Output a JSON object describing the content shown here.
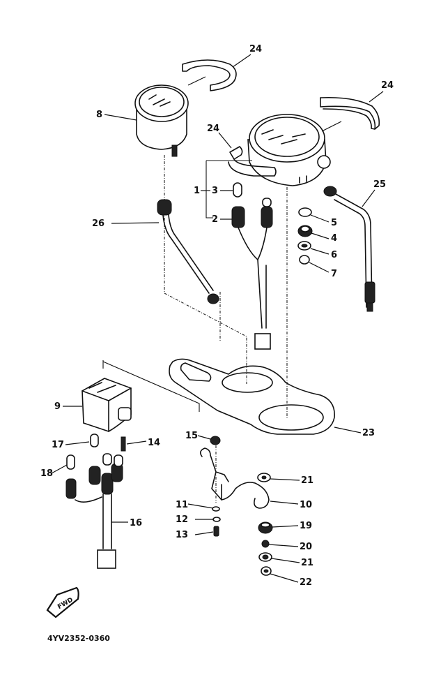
{
  "diagram": {
    "title": "Meter assembly exploded view",
    "reference_code": "4YV2352-0360",
    "front_arrow_label": "FWD",
    "callouts": {
      "c1": "1",
      "c2": "2",
      "c3": "3",
      "c4": "4",
      "c5": "5",
      "c6": "6",
      "c7": "7",
      "c8": "8",
      "c9": "9",
      "c10": "10",
      "c11": "11",
      "c12": "12",
      "c13": "13",
      "c14": "14",
      "c15": "15",
      "c16": "16",
      "c17": "17",
      "c18": "18",
      "c19": "19",
      "c20": "20",
      "c21a": "21",
      "c21b": "21",
      "c22": "22",
      "c23": "23",
      "c24a": "24",
      "c24b": "24",
      "c24c": "24",
      "c25": "25",
      "c26": "26"
    }
  }
}
